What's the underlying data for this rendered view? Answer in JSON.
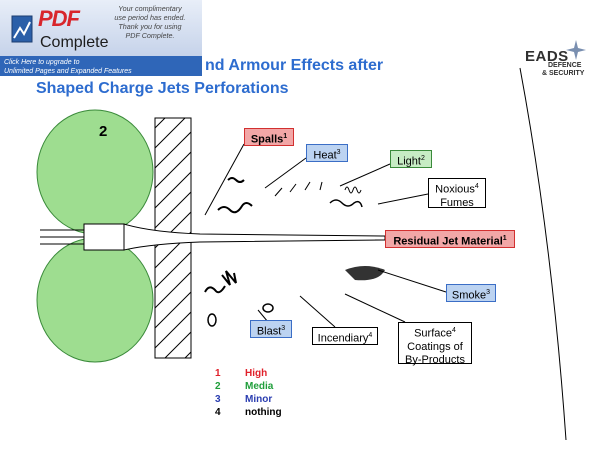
{
  "banner": {
    "pdf": "PDF",
    "complete": "Complete",
    "promo1": "Your complimentary",
    "promo2": "use period has ended.",
    "promo3": "Thank you for using",
    "promo4": "PDF Complete.",
    "link1": "Click Here to upgrade to",
    "link2": "Unlimited Pages and Expanded Features"
  },
  "title": {
    "line1": "nd Armour Effects after",
    "line2": "Shaped Charge Jets Perforations"
  },
  "logo": {
    "main": "EADS",
    "sub1": "DEFENCE",
    "sub2": "& SECURITY"
  },
  "region_number": "2",
  "labels": {
    "spalls": {
      "text": "Spalls",
      "code": "1"
    },
    "heat": {
      "text": "Heat",
      "code": "3"
    },
    "light": {
      "text": "Light",
      "code": "2"
    },
    "noxious1": "Noxious",
    "noxious2": "Fumes",
    "noxious_code": "4",
    "residual": {
      "text": "Residual Jet Material",
      "code": "1"
    },
    "smoke": {
      "text": "Smoke",
      "code": "3"
    },
    "blast": {
      "text": "Blast",
      "code": "3"
    },
    "incendiary": {
      "text": "Incendiary",
      "code": "4"
    },
    "surface1": "Surface",
    "surface2": "Coatings of",
    "surface3": "By-Products",
    "surface_code": "4"
  },
  "legend": [
    {
      "num": "1",
      "text": "High",
      "color": "#e0202a"
    },
    {
      "num": "2",
      "text": "Media",
      "color": "#1f9e3a"
    },
    {
      "num": "3",
      "text": "Minor",
      "color": "#2a3db0"
    },
    {
      "num": "4",
      "text": "nothing",
      "color": "#000000"
    }
  ],
  "colors": {
    "red_box": "#f2a7a7",
    "red_border": "#d23030",
    "blue_box": "#bcd3f1",
    "blue_border": "#3b6ec6",
    "green_box": "#c7ecc4",
    "green_zone": "#9edd90",
    "title_blue": "#2d6ccf"
  }
}
